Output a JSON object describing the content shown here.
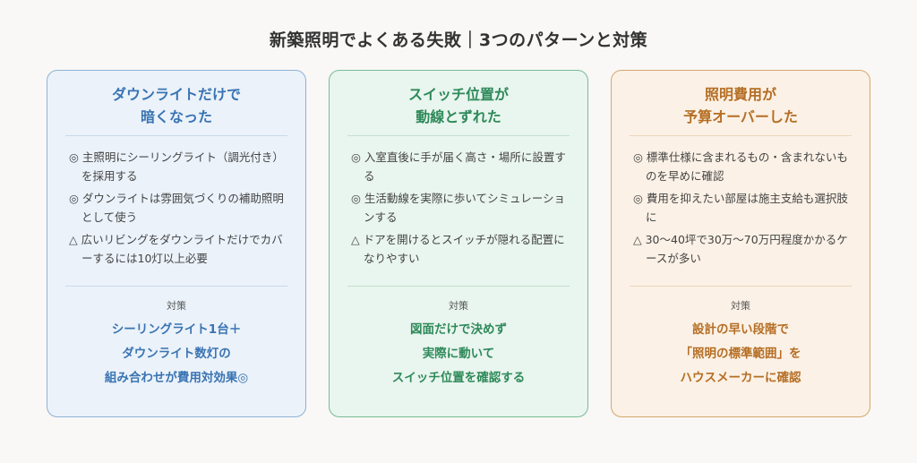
{
  "title": "新築照明でよくある失敗｜3つのパターンと対策",
  "cards": [
    {
      "head1": "ダウンライトだけで",
      "head2": "暗くなった",
      "items": [
        "◎ 主照明にシーリングライト（調光付き）を採用する",
        "◎ ダウンライトは雰囲気づくりの補助照明として使う",
        "△ 広いリビングをダウンライトだけでカバーするには10灯以上必要"
      ],
      "countermeasure_label": "対策",
      "countermeasure": [
        "シーリングライト1台＋",
        "ダウンライト数灯の",
        "組み合わせが費用対効果◎"
      ]
    },
    {
      "head1": "スイッチ位置が",
      "head2": "動線とずれた",
      "items": [
        "◎ 入室直後に手が届く高さ・場所に設置する",
        "◎ 生活動線を実際に歩いてシミュレーションする",
        "△ ドアを開けるとスイッチが隠れる配置になりやすい"
      ],
      "countermeasure_label": "対策",
      "countermeasure": [
        "図面だけで決めず",
        "実際に動いて",
        "スイッチ位置を確認する"
      ]
    },
    {
      "head1": "照明費用が",
      "head2": "予算オーバーした",
      "items": [
        "◎ 標準仕様に含まれるもの・含まれないものを早めに確認",
        "◎ 費用を抑えたい部屋は施主支給も選択肢に",
        "△ 30〜40坪で30万〜70万円程度かかるケースが多い"
      ],
      "countermeasure_label": "対策",
      "countermeasure": [
        "設計の早い段階で",
        "「照明の標準範囲」を",
        "ハウスメーカーに確認"
      ]
    }
  ]
}
